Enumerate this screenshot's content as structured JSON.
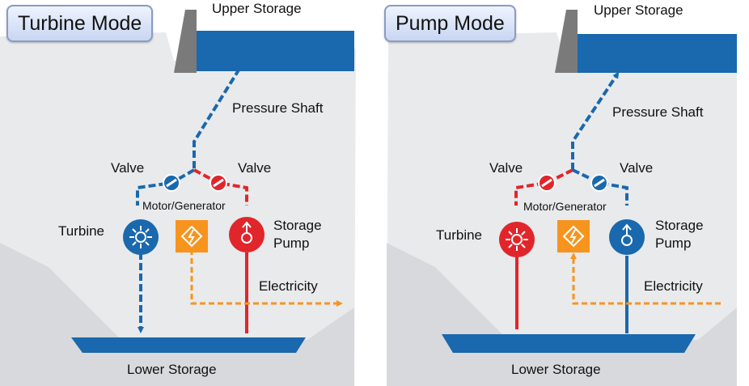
{
  "colors": {
    "blue": "#1a68ad",
    "red": "#e0262b",
    "orange": "#f7941d",
    "rock": "#e8eaec",
    "dam": "#7a7a7a"
  },
  "panels": [
    {
      "mode_title": "Turbine Mode",
      "upper_storage": "Upper Storage",
      "pressure_shaft": "Pressure Shaft",
      "valve_left": "Valve",
      "valve_right": "Valve",
      "motor_generator": "Motor/Generator",
      "turbine": "Turbine",
      "storage_pump": "Storage\nPump",
      "electricity": "Electricity",
      "lower_storage": "Lower Storage",
      "active_unit": "turbine",
      "turbine_icon": "turbine-fan-icon",
      "pump_icon": "pump-up-arrow-icon",
      "generator_icon": "lightning-bolt-icon",
      "flow_direction": "down"
    },
    {
      "mode_title": "Pump Mode",
      "upper_storage": "Upper Storage",
      "pressure_shaft": "Pressure Shaft",
      "valve_left": "Valve",
      "valve_right": "Valve",
      "motor_generator": "Motor/Generator",
      "turbine": "Turbine",
      "storage_pump": "Storage\nPump",
      "electricity": "Electricity",
      "lower_storage": "Lower Storage",
      "active_unit": "pump",
      "turbine_icon": "turbine-fan-icon",
      "pump_icon": "pump-up-arrow-icon",
      "generator_icon": "lightning-bolt-icon",
      "flow_direction": "up"
    }
  ]
}
